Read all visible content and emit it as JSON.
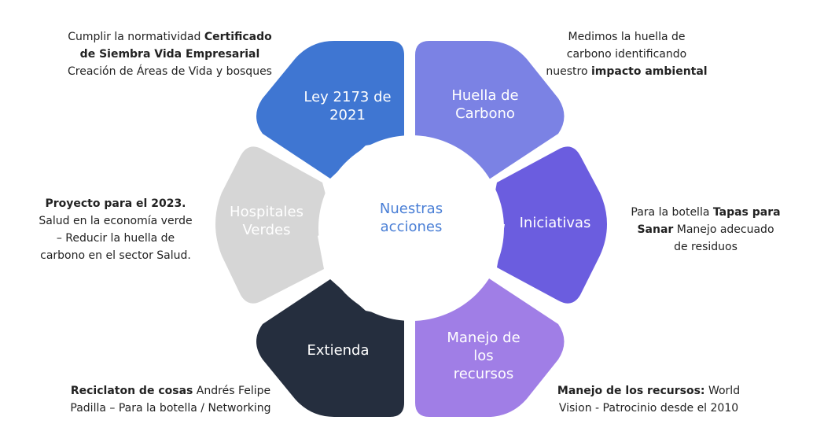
{
  "diagram": {
    "center": {
      "line1": "Nuestras",
      "line2": "acciones",
      "color": "#4a7fd6"
    },
    "segments": [
      {
        "id": "ley",
        "lines": [
          "Ley 2173 de",
          "2021"
        ],
        "color": "#3f76d2"
      },
      {
        "id": "huella",
        "lines": [
          "Huella de",
          "Carbono"
        ],
        "color": "#7b82e4"
      },
      {
        "id": "iniciativas",
        "lines": [
          "Iniciativas"
        ],
        "color": "#6b5ddf"
      },
      {
        "id": "manejo",
        "lines": [
          "Manejo de",
          "los",
          "recursos"
        ],
        "color": "#a07ee6"
      },
      {
        "id": "extienda",
        "lines": [
          "Extienda"
        ],
        "color": "#252e3e"
      },
      {
        "id": "hospitales",
        "lines": [
          "Hospitales",
          "Verdes"
        ],
        "color": "#d6d6d6"
      }
    ]
  },
  "descriptions": {
    "ley": {
      "l1_a": "Cumplir la normatividad ",
      "l1_b": "Certificado",
      "l2_b": "de Siembra Vida Empresarial",
      "l3_a": "Creación de Áreas de Vida y bosques"
    },
    "huella": {
      "l1_a": "Medimos la huella de",
      "l2_a": "carbono identificando",
      "l3_a": "nuestro ",
      "l3_b": "impacto ambiental"
    },
    "iniciativas": {
      "l1_a": "Para la botella ",
      "l1_b": "Tapas para",
      "l2_b": "Sanar",
      "l2_a": " Manejo adecuado",
      "l3_a": "de residuos"
    },
    "manejo": {
      "l1_b": "Manejo de los recursos:",
      "l1_a": " World",
      "l2_a": "Vision - Patrocinio desde el 2010"
    },
    "extienda": {
      "l1_b": "Reciclaton de cosas",
      "l1_a": " Andrés Felipe",
      "l2_a": "Padilla – Para la botella / Networking"
    },
    "hospitales": {
      "l1_b": "Proyecto para el 2023.",
      "l2_a": "Salud en la economía verde",
      "l3_a": "– Reducir la huella de",
      "l4_a": "carbono en el sector Salud."
    }
  }
}
